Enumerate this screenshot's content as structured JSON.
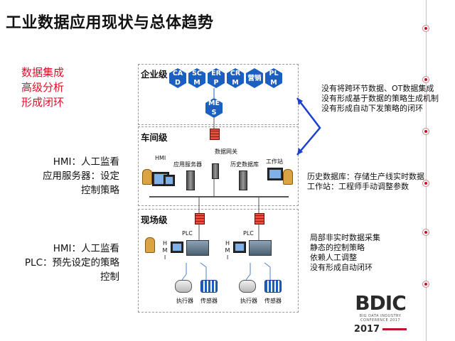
{
  "title": "工业数据应用现状与总体趋势",
  "red_keywords": [
    "数据集成",
    "高级分析",
    "形成闭环"
  ],
  "left_annotations": {
    "workshop": [
      "HMI：人工监看",
      "应用服务器：设定",
      "控制策略"
    ],
    "field": [
      "HMI：人工监看",
      "PLC：预先设定的策略",
      "控制"
    ]
  },
  "levels": {
    "enterprise": "企业级",
    "workshop": "车间级",
    "field": "现场级"
  },
  "enterprise_systems": [
    "CAD",
    "SCM",
    "ERP",
    "CRM",
    "营销",
    "PLM"
  ],
  "mes": "MES",
  "workshop_labels": {
    "hmi": "HMI",
    "app_server": "应用服务器",
    "data_gateway": "数据网关",
    "historian": "历史数据库",
    "workstation": "工作站"
  },
  "field_labels": {
    "plc_left": "PLC",
    "plc_right": "PLC",
    "hmi_left": "HMI",
    "hmi_right": "HMI",
    "actuator_left": "执行器",
    "sensor_left": "传感器",
    "actuator_right": "执行器",
    "sensor_right": "传感器"
  },
  "right_notes": {
    "enterprise": [
      "没有将跨环节数据、OT数据集成",
      "没有形成基于数据的策略生成机制",
      "没有形成自动下发策略的闭环"
    ],
    "workshop": [
      "历史数据库：存储生产线实时数据",
      "工作站：工程师手动调整参数"
    ],
    "field": [
      "局部非实时数据采集",
      "静态的控制策略",
      "依赖人工调整",
      "没有形成自动闭环"
    ]
  },
  "logo": {
    "text": "BDIC",
    "subtitle_1": "BIG DATA INDUSTRY",
    "subtitle_2": "CONFERENCE 2017",
    "year": "2017"
  },
  "colors": {
    "accent_red": "#e0102a",
    "arrow_blue": "#1b3fd0",
    "hex_blue": "#1b5fc0"
  }
}
